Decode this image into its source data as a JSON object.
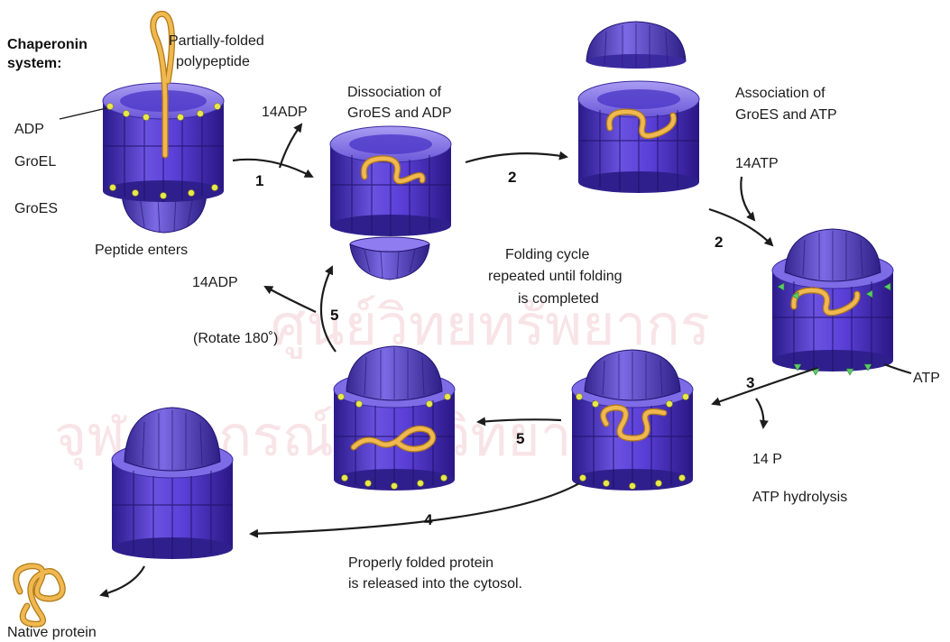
{
  "colors": {
    "complex_fill": "#5a3fd6",
    "complex_light": "#8f7cf0",
    "complex_dark": "#2b1a8a",
    "polypeptide": "#f0b850",
    "polypeptide_edge": "#b07a18",
    "adp_dot": "#e8e84a",
    "atp_dot": "#5ccc6a",
    "watermark": "#f3cfd6",
    "arrow": "#1c1c1c"
  },
  "watermark": {
    "line1": "ศูนย์วิทยทรัพยากร",
    "line2": "จุฬาลงกรณ์มหาวิทยาลัย"
  },
  "labels": {
    "system_line1": "Chaperonin",
    "system_line2": "system:",
    "partial_line1": "Partially-folded",
    "partial_line2": "polypeptide",
    "adp": "ADP",
    "groel": "GroEL",
    "groes": "GroES",
    "peptide_enters": "Peptide enters",
    "adp14_top": "14ADP",
    "dissoc_line1": "Dissociation of",
    "dissoc_line2": "GroES and ADP",
    "assoc_line1": "Association of",
    "assoc_line2": "GroES and ATP",
    "atp14": "14ATP",
    "cycle_line1": "Folding cycle",
    "cycle_line2": "repeated until folding",
    "cycle_line3": "is completed",
    "adp14_left": "14ADP",
    "rotate": "(Rotate 180˚)",
    "atp": "ATP",
    "p14": "14 P",
    "atp_hydrolysis": "ATP hydrolysis",
    "released_line1": "Properly folded protein",
    "released_line2": "is released into the cytosol.",
    "native": "Native protein"
  },
  "steps": {
    "s1": "1",
    "s2a": "2",
    "s2b": "2",
    "s3": "3",
    "s4": "4",
    "s5a": "5",
    "s5b": "5"
  },
  "icons": [
    "chaperonin-complex-icon",
    "groes-cap-icon",
    "polypeptide-icon",
    "native-protein-icon"
  ]
}
